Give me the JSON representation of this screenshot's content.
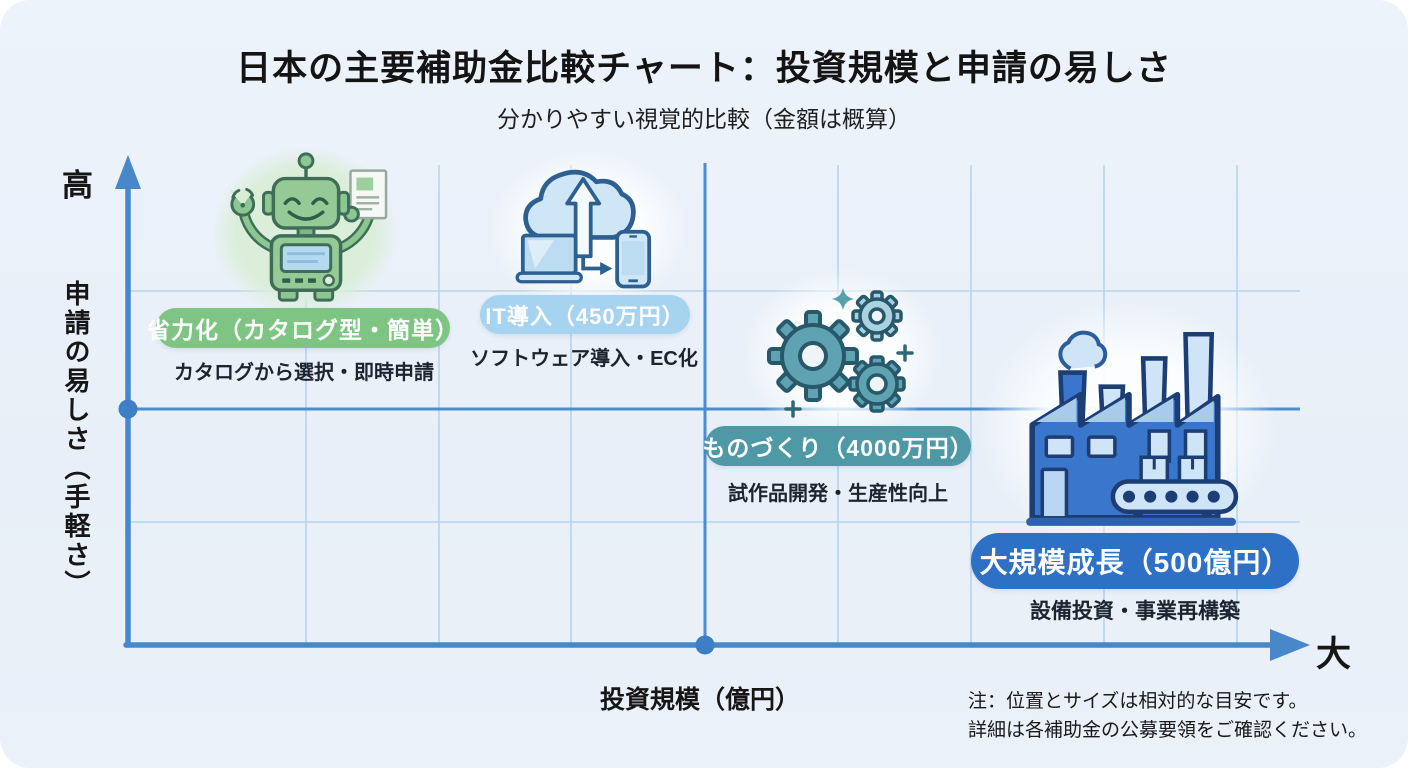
{
  "header": {
    "title": "日本の主要補助金比較チャート：投資規模と申請の易しさ",
    "subtitle": "分かりやすい視覚的比較（金額は概算）"
  },
  "axes": {
    "y_top_label": "高",
    "y_axis_label": "申請の易しさ（手軽さ）",
    "x_end_label": "大",
    "x_axis_label": "投資規模（億円）"
  },
  "items": [
    {
      "name": "省力化",
      "icon": "robot-icon",
      "pill_label": "省力化（カタログ型・簡単）",
      "qualifier": "カタログ型・簡単",
      "description": "カタログから選択・即時申請",
      "pill_color": "#7ec584"
    },
    {
      "name": "IT導入",
      "icon": "cloud-upload-devices-icon",
      "pill_label": "IT導入（450万円）",
      "qualifier": "450万円",
      "description": "ソフトウェア導入・EC化",
      "pill_color": "#a6d3ef"
    },
    {
      "name": "ものづくり",
      "icon": "gears-icon",
      "pill_label": "ものづくり（4000万円）",
      "qualifier": "4000万円",
      "description": "試作品開発・生産性向上",
      "pill_color": "#4f99a7"
    },
    {
      "name": "大規模成長",
      "icon": "factory-icon",
      "pill_label": "大規模成長（500億円）",
      "qualifier": "500億円",
      "description": "設備投資・事業再構築",
      "pill_color": "#2d70c6"
    }
  ],
  "note": {
    "line1": "注：位置とサイズは相対的な目安です。",
    "line2": "詳細は各補助金の公募要領をご確認ください。"
  },
  "colors": {
    "axis": "#4787ca",
    "quadrant_line": "#4e8ccd",
    "gridline": "#b7d3eb",
    "background": "#eaf1f9"
  },
  "chart_data": {
    "type": "scatter",
    "title": "日本の主要補助金比較チャート：投資規模と申請の易しさ",
    "subtitle": "分かりやすい視覚的比較（金額は概算）",
    "xlabel": "投資規模（億円）",
    "ylabel": "申請の易しさ（手軽さ）",
    "x_direction_label": "大",
    "y_direction_label": "高",
    "grid": true,
    "legend_position": "none",
    "points": [
      {
        "label": "省力化（カタログ型・簡単）",
        "subsidy": "省力化",
        "qualifier": "カタログ型・簡単",
        "description": "カタログから選択・即時申請",
        "x_relative": 0.15,
        "y_relative": 0.87,
        "color": "#7ec584"
      },
      {
        "label": "IT導入（450万円）",
        "subsidy": "IT導入",
        "qualifier": "450万円",
        "description": "ソフトウェア導入・EC化",
        "x_relative": 0.39,
        "y_relative": 0.8,
        "color": "#a6d3ef"
      },
      {
        "label": "ものづくり（4000万円）",
        "subsidy": "ものづくり",
        "qualifier": "4000万円",
        "description": "試作品開発・生産性向上",
        "x_relative": 0.61,
        "y_relative": 0.49,
        "color": "#4f99a7"
      },
      {
        "label": "大規模成長（500億円）",
        "subsidy": "大規模成長",
        "qualifier": "500億円",
        "description": "設備投資・事業再構築",
        "x_relative": 0.86,
        "y_relative": 0.25,
        "color": "#2d70c6"
      }
    ],
    "note": "注：位置とサイズは相対的な目安です。詳細は各補助金の公募要領をご確認ください。"
  }
}
